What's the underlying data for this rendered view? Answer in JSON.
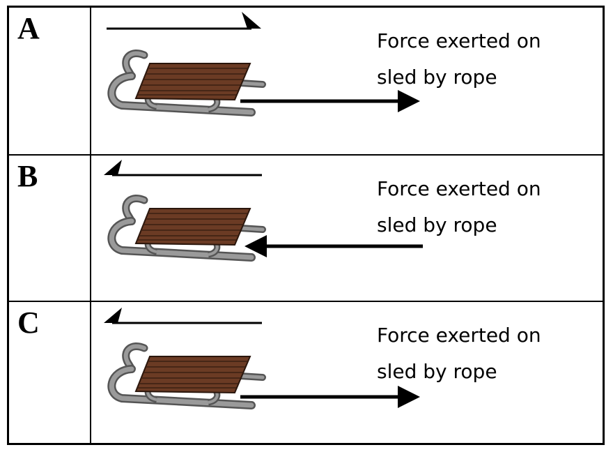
{
  "rows": [
    {
      "letter": "A",
      "label_line1": "Force exerted on",
      "label_line2": "sled by rope"
    },
    {
      "letter": "B",
      "label_line1": "Force exerted on",
      "label_line2": "sled by rope"
    },
    {
      "letter": "C",
      "label_line1": "Force exerted on",
      "label_line2": "sled by rope"
    }
  ],
  "colors": {
    "wood": "#6b3b24",
    "wood_line": "#3a1f12",
    "runner": "#8a8a8a",
    "runner_dark": "#555555",
    "border": "#000000"
  }
}
